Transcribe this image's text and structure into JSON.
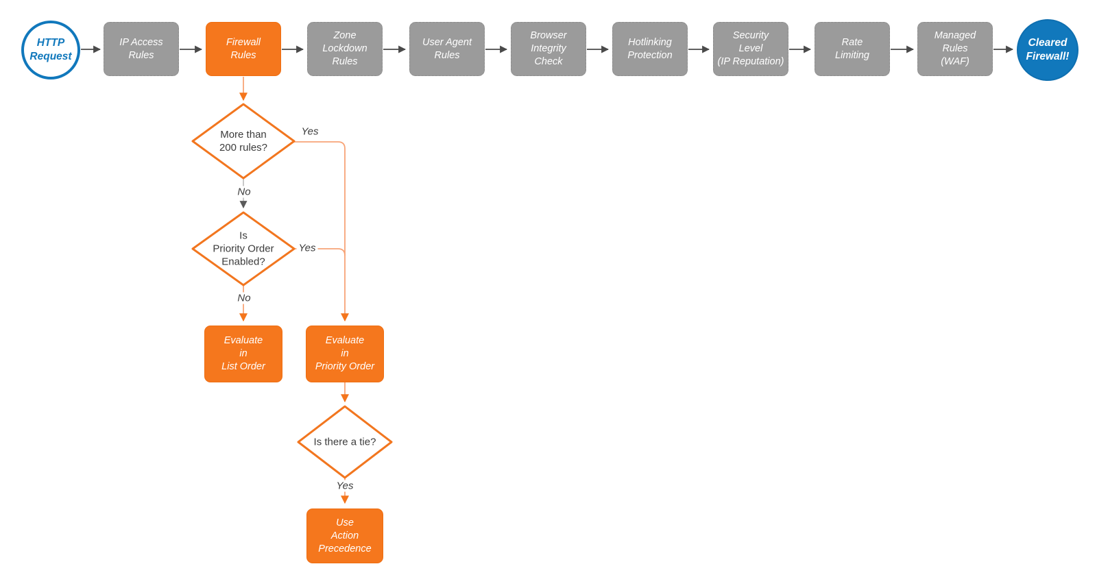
{
  "colors": {
    "accent-orange": "#F5771D",
    "node-gray": "#9B9B9B",
    "brand-blue": "#1178BC",
    "edge-dark": "#4A4A4A",
    "edge-orange-line": "#F8A477",
    "edge-orange-head": "#F4751C",
    "edge-gray-line": "#B5B5B5",
    "edge-gray-head": "#5A5A5A",
    "diamond-stroke": "#F2761F",
    "text-dark": "#3B3B3B"
  },
  "flow": {
    "start": {
      "label": "HTTP\nRequest"
    },
    "pipeline": [
      {
        "label": "IP Access\nRules"
      },
      {
        "label": "Firewall\nRules"
      },
      {
        "label": "Zone\nLockdown\nRules"
      },
      {
        "label": "User Agent\nRules"
      },
      {
        "label": "Browser\nIntegrity\nCheck"
      },
      {
        "label": "Hotlinking\nProtection"
      },
      {
        "label": "Security\nLevel\n(IP Reputation)"
      },
      {
        "label": "Rate\nLimiting"
      },
      {
        "label": "Managed\nRules\n(WAF)"
      }
    ],
    "end": {
      "label": "Cleared\nFirewall!"
    },
    "decisions": [
      {
        "label": "More than\n200 rules?",
        "yes": "Yes",
        "no": "No"
      },
      {
        "label": "Is\nPriority Order\nEnabled?",
        "yes": "Yes",
        "no": "No"
      },
      {
        "label": "Is there a tie?",
        "yes": "Yes"
      }
    ],
    "actions": [
      {
        "label": "Evaluate\nin\nList Order"
      },
      {
        "label": "Evaluate\nin\nPriority Order"
      },
      {
        "label": "Use\nAction\nPrecedence"
      }
    ]
  }
}
